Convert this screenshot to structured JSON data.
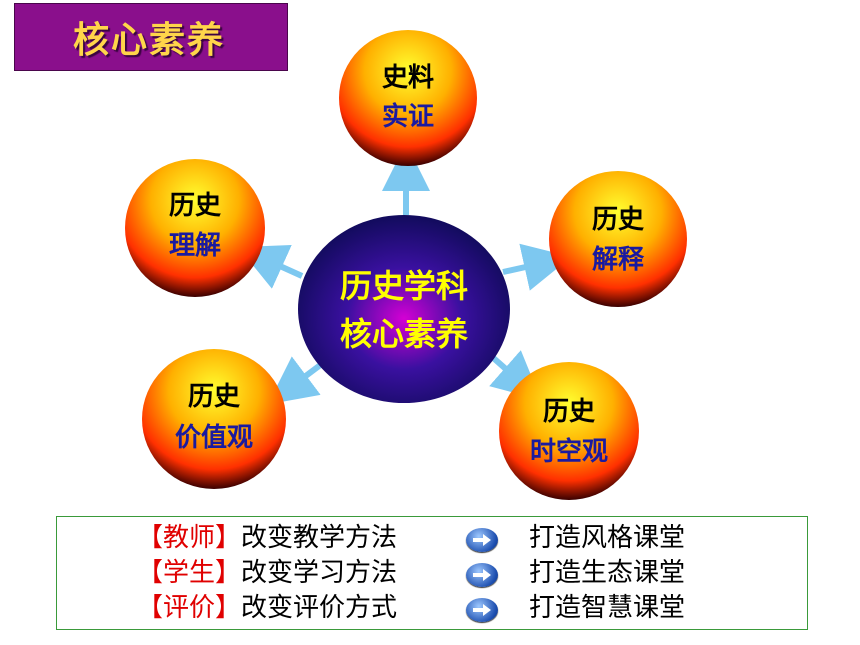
{
  "title": "核心素养",
  "center": {
    "line1": "历史学科",
    "line2": "核心素养"
  },
  "nodes": [
    {
      "id": "shiliao",
      "line1": "史料",
      "line2": "实证"
    },
    {
      "id": "jieshi",
      "line1": "历史",
      "line2": "解释"
    },
    {
      "id": "shikong",
      "line1": "历史",
      "line2": "时空观"
    },
    {
      "id": "jiazhi",
      "line1": "历史",
      "line2": "价值观"
    },
    {
      "id": "lijie",
      "line1": "历史",
      "line2": "理解"
    }
  ],
  "legend": [
    {
      "role": "【教师】",
      "action": "改变教学方法",
      "result": "打造风格课堂"
    },
    {
      "role": "【学生】",
      "action": "改变学习方法",
      "result": "打造生态课堂"
    },
    {
      "role": "【评价】",
      "action": "改变评价方式",
      "result": "打造智慧课堂"
    }
  ],
  "colors": {
    "title_bg": "#8a0f8c",
    "title_text": "#ffd54a",
    "center_text": "#ffff00",
    "node_text_top": "#000000",
    "node_text_bottom": "#1a1aa0",
    "arrow": "#7dc8f0",
    "role_text": "#e00000",
    "legend_border": "#3a9a3a"
  },
  "icons": {
    "legend_arrow": "right-arrow-circle-icon"
  }
}
